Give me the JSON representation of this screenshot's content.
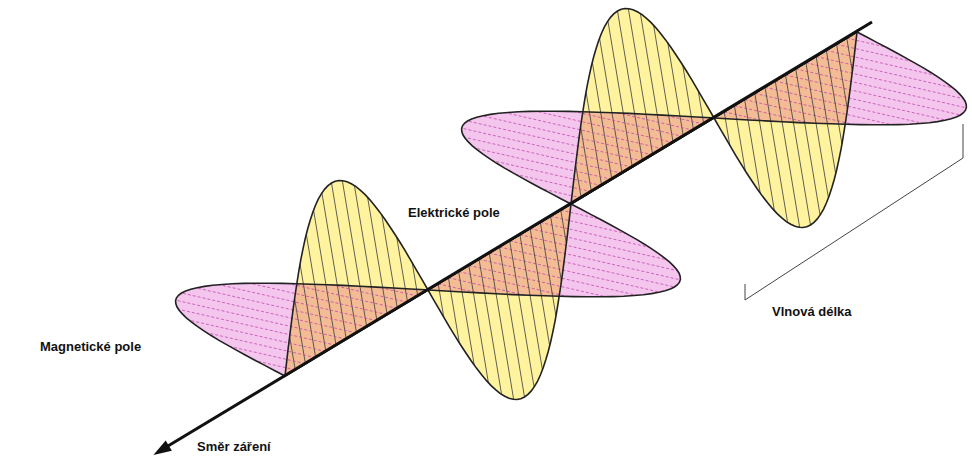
{
  "diagram": {
    "labels": [
      "Elektrické pole",
      "Magnetické pole",
      "Vlnová délka",
      "Směr záření"
    ]
  }
}
